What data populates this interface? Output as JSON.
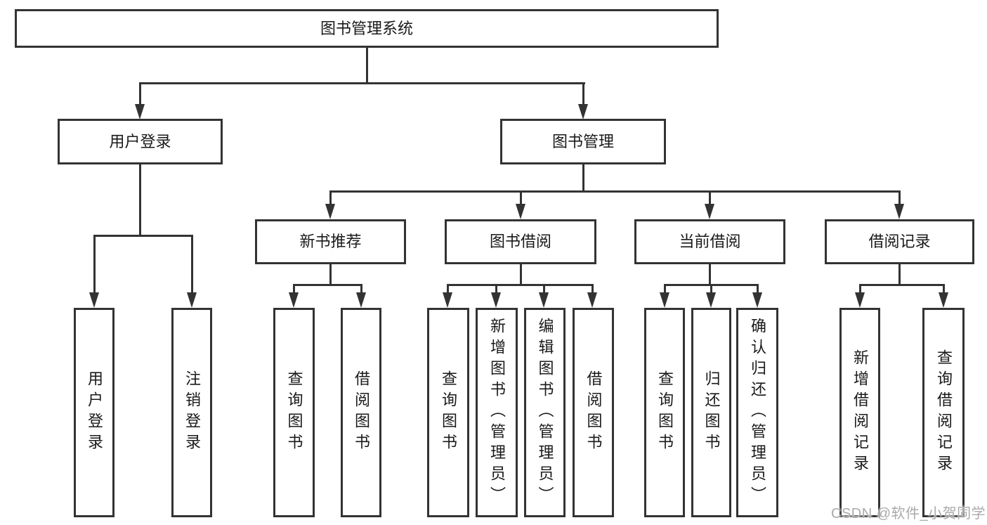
{
  "diagram_type": "tree",
  "tree": {
    "label": "图书管理系统",
    "children": [
      {
        "label": "用户登录",
        "children": [
          {
            "label": "用户登录"
          },
          {
            "label": "注销登录"
          }
        ]
      },
      {
        "label": "图书管理",
        "children": [
          {
            "label": "新书推荐",
            "children": [
              {
                "label": "查询图书"
              },
              {
                "label": "借阅图书"
              }
            ]
          },
          {
            "label": "图书借阅",
            "children": [
              {
                "label": "查询图书"
              },
              {
                "label": "新增图书（管理员）"
              },
              {
                "label": "编辑图书（管理员）"
              },
              {
                "label": "借阅图书"
              }
            ]
          },
          {
            "label": "当前借阅",
            "children": [
              {
                "label": "查询图书"
              },
              {
                "label": "归还图书"
              },
              {
                "label": "确认归还（管理员）"
              }
            ]
          },
          {
            "label": "借阅记录",
            "children": [
              {
                "label": "新增借阅记录"
              },
              {
                "label": "查询借阅记录"
              }
            ]
          }
        ]
      }
    ]
  },
  "watermark": {
    "text": "CSDN @软件_小贺同学"
  },
  "colors": {
    "line": "#333333",
    "text": "#1a1a1a",
    "box_background": "#ffffff",
    "watermark": "#aaaaaa"
  }
}
